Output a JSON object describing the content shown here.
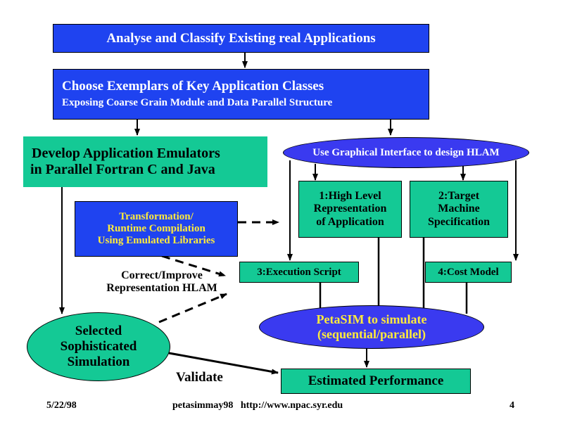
{
  "colors": {
    "blue": "#1f43f0",
    "teal": "#14c995",
    "purple_text": "#ffeb3b",
    "oval_blue": "#3a3af0"
  },
  "boxes": {
    "analyse": "Analyse and Classify Existing real Applications",
    "choose_line1": "Choose Exemplars of Key Application Classes",
    "choose_line2": "Exposing Coarse Grain Module and Data Parallel Structure",
    "develop_line1": "Develop Application Emulators",
    "develop_line2": "in Parallel Fortran C and Java",
    "graphical": "Use Graphical Interface to design HLAM",
    "high_level_line1": "1:High Level",
    "high_level_line2": "Representation",
    "high_level_line3": "of Application",
    "target_line1": "2:Target",
    "target_line2": "Machine",
    "target_line3": "Specification",
    "transform_line1": "Transformation/",
    "transform_line2": "Runtime Compilation",
    "transform_line3": "Using Emulated Libraries",
    "exec_script": "3:Execution Script",
    "cost_model": "4:Cost Model",
    "petasim_line1": "PetaSIM to simulate",
    "petasim_line2": "(sequential/parallel)",
    "selected_line1": "Selected",
    "selected_line2": "Sophisticated",
    "selected_line3": "Simulation",
    "estimated": "Estimated Performance"
  },
  "labels": {
    "correct_line1": "Correct/Improve",
    "correct_line2": "Representation HLAM",
    "validate": "Validate"
  },
  "footer": {
    "date": "5/22/98",
    "center": "petasimmay98   http://www.npac.syr.edu",
    "page": "4"
  }
}
